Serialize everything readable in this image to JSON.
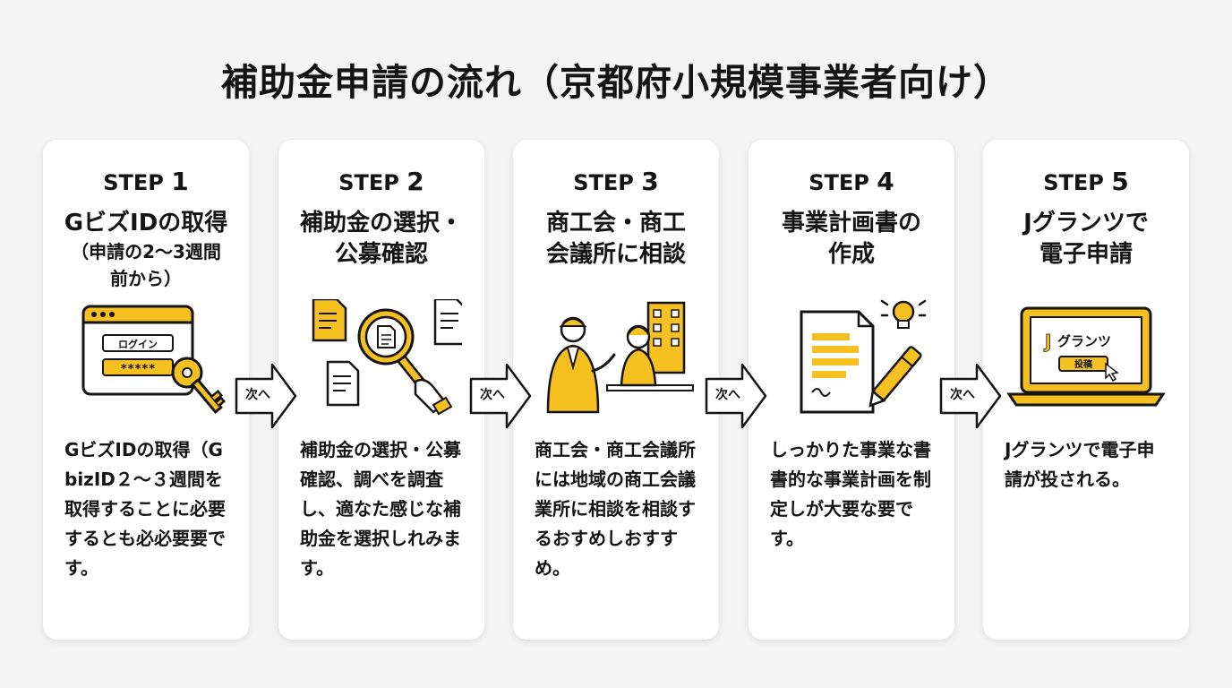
{
  "title": "補助金申請の流れ（京都府小規模事業者向け）",
  "steps": [
    {
      "label": "STEP",
      "number": "1",
      "title": "GビズIDの取得",
      "subtitle": "（申請の2〜3週間\n前から）",
      "icon": "login-window-key-icon",
      "icon_texts": [
        "ログイン",
        "*****"
      ],
      "description": "GビズIDの取得（GbizID２〜３週間を取得することに必要するとも必必要要です。"
    },
    {
      "label": "STEP",
      "number": "2",
      "title": "補助金の選択・\n公募確認",
      "icon": "magnifier-documents-icon",
      "description": "補助金の選択・公募確認、調べを調査し、適なた感じな補助金を選択しれみます。"
    },
    {
      "label": "STEP",
      "number": "3",
      "title": "商工会・商工\n会議所に相談",
      "icon": "consultation-people-icon",
      "description": "商工会・商工会議所には地域の商工会議業所に相談を相談するおすめしおすすめ。"
    },
    {
      "label": "STEP",
      "number": "4",
      "title": "事業計画書の\n作成",
      "icon": "document-pen-lightbulb-icon",
      "description": "しっかりた事業な書書的な事業計画を制定しが大要な要です。"
    },
    {
      "label": "STEP",
      "number": "5",
      "title": "Jグランツで\n電子申請",
      "icon": "laptop-jgrants-icon",
      "icon_texts": [
        "J",
        "グランツ",
        "投稿"
      ],
      "description": "Jグランツで電子申請が投される。"
    }
  ],
  "arrow_label": "次へ",
  "colors": {
    "accent": "#f5c020",
    "ink": "#141414",
    "card": "#ffffff",
    "background": "#f4f4f4"
  }
}
